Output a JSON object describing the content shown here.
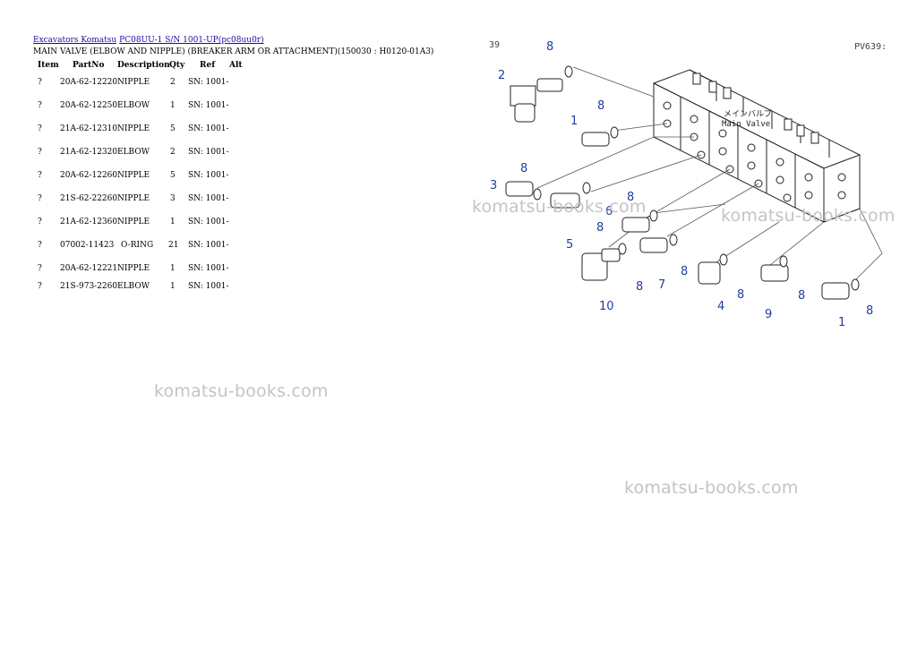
{
  "breadcrumb": {
    "link1": "Excavators Komatsu",
    "link2": "PC08UU-1 S/N 1001-UP(pc08uu0r)"
  },
  "page_title": "MAIN VALVE (ELBOW AND NIPPLE) (BREAKER ARM OR ATTACHMENT)(150030 : H0120-01A3)",
  "table": {
    "headers": {
      "item": "Item",
      "partno": "PartNo",
      "description": "Description",
      "qty": "Qty",
      "ref": "Ref",
      "alt": "Alt"
    },
    "rows": [
      {
        "item": "?",
        "partno": "20A-62-12220",
        "description": "NIPPLE",
        "qty": "2",
        "ref": "SN: 1001-"
      },
      {
        "item": "?",
        "partno": "20A-62-12250",
        "description": "ELBOW",
        "qty": "1",
        "ref": "SN: 1001-"
      },
      {
        "item": "?",
        "partno": "21A-62-12310",
        "description": "NIPPLE",
        "qty": "5",
        "ref": "SN: 1001-"
      },
      {
        "item": "?",
        "partno": "21A-62-12320",
        "description": "ELBOW",
        "qty": "2",
        "ref": "SN: 1001-"
      },
      {
        "item": "?",
        "partno": "20A-62-12260",
        "description": "NIPPLE",
        "qty": "5",
        "ref": "SN: 1001-"
      },
      {
        "item": "?",
        "partno": "21S-62-22260",
        "description": "NIPPLE",
        "qty": "3",
        "ref": "SN: 1001-"
      },
      {
        "item": "?",
        "partno": "21A-62-12360",
        "description": "NIPPLE",
        "qty": "1",
        "ref": "SN: 1001-"
      },
      {
        "item": "?",
        "partno": "07002-11423",
        "description": "O-RING",
        "qty": "21",
        "ref": "SN: 1001-"
      },
      {
        "item": "?",
        "partno": "20A-62-12221",
        "description": "NIPPLE",
        "qty": "1",
        "ref": "SN: 1001-"
      },
      {
        "item": "?",
        "partno": "21S-973-2260",
        "description": "ELBOW",
        "qty": "1",
        "ref": "SN: 1001-"
      }
    ]
  },
  "diagram": {
    "page_ref_left": "39",
    "page_ref_right": "PV639:",
    "main_valve_jp": "メインバルブ",
    "main_valve_en": "Main Valve",
    "callouts": [
      "8",
      "2",
      "8",
      "1",
      "8",
      "3",
      "6",
      "8",
      "8",
      "5",
      "8",
      "7",
      "8",
      "8",
      "8",
      "9",
      "10",
      "4",
      "1",
      "8"
    ]
  },
  "watermarks": [
    "komatsu-books.com",
    "komatsu-books.com",
    "komatsu-books.com",
    "komatsu-books.com"
  ],
  "colors": {
    "link": "#1a0dab",
    "callout": "#1f3f9e",
    "watermark": "#c4c4c4"
  }
}
